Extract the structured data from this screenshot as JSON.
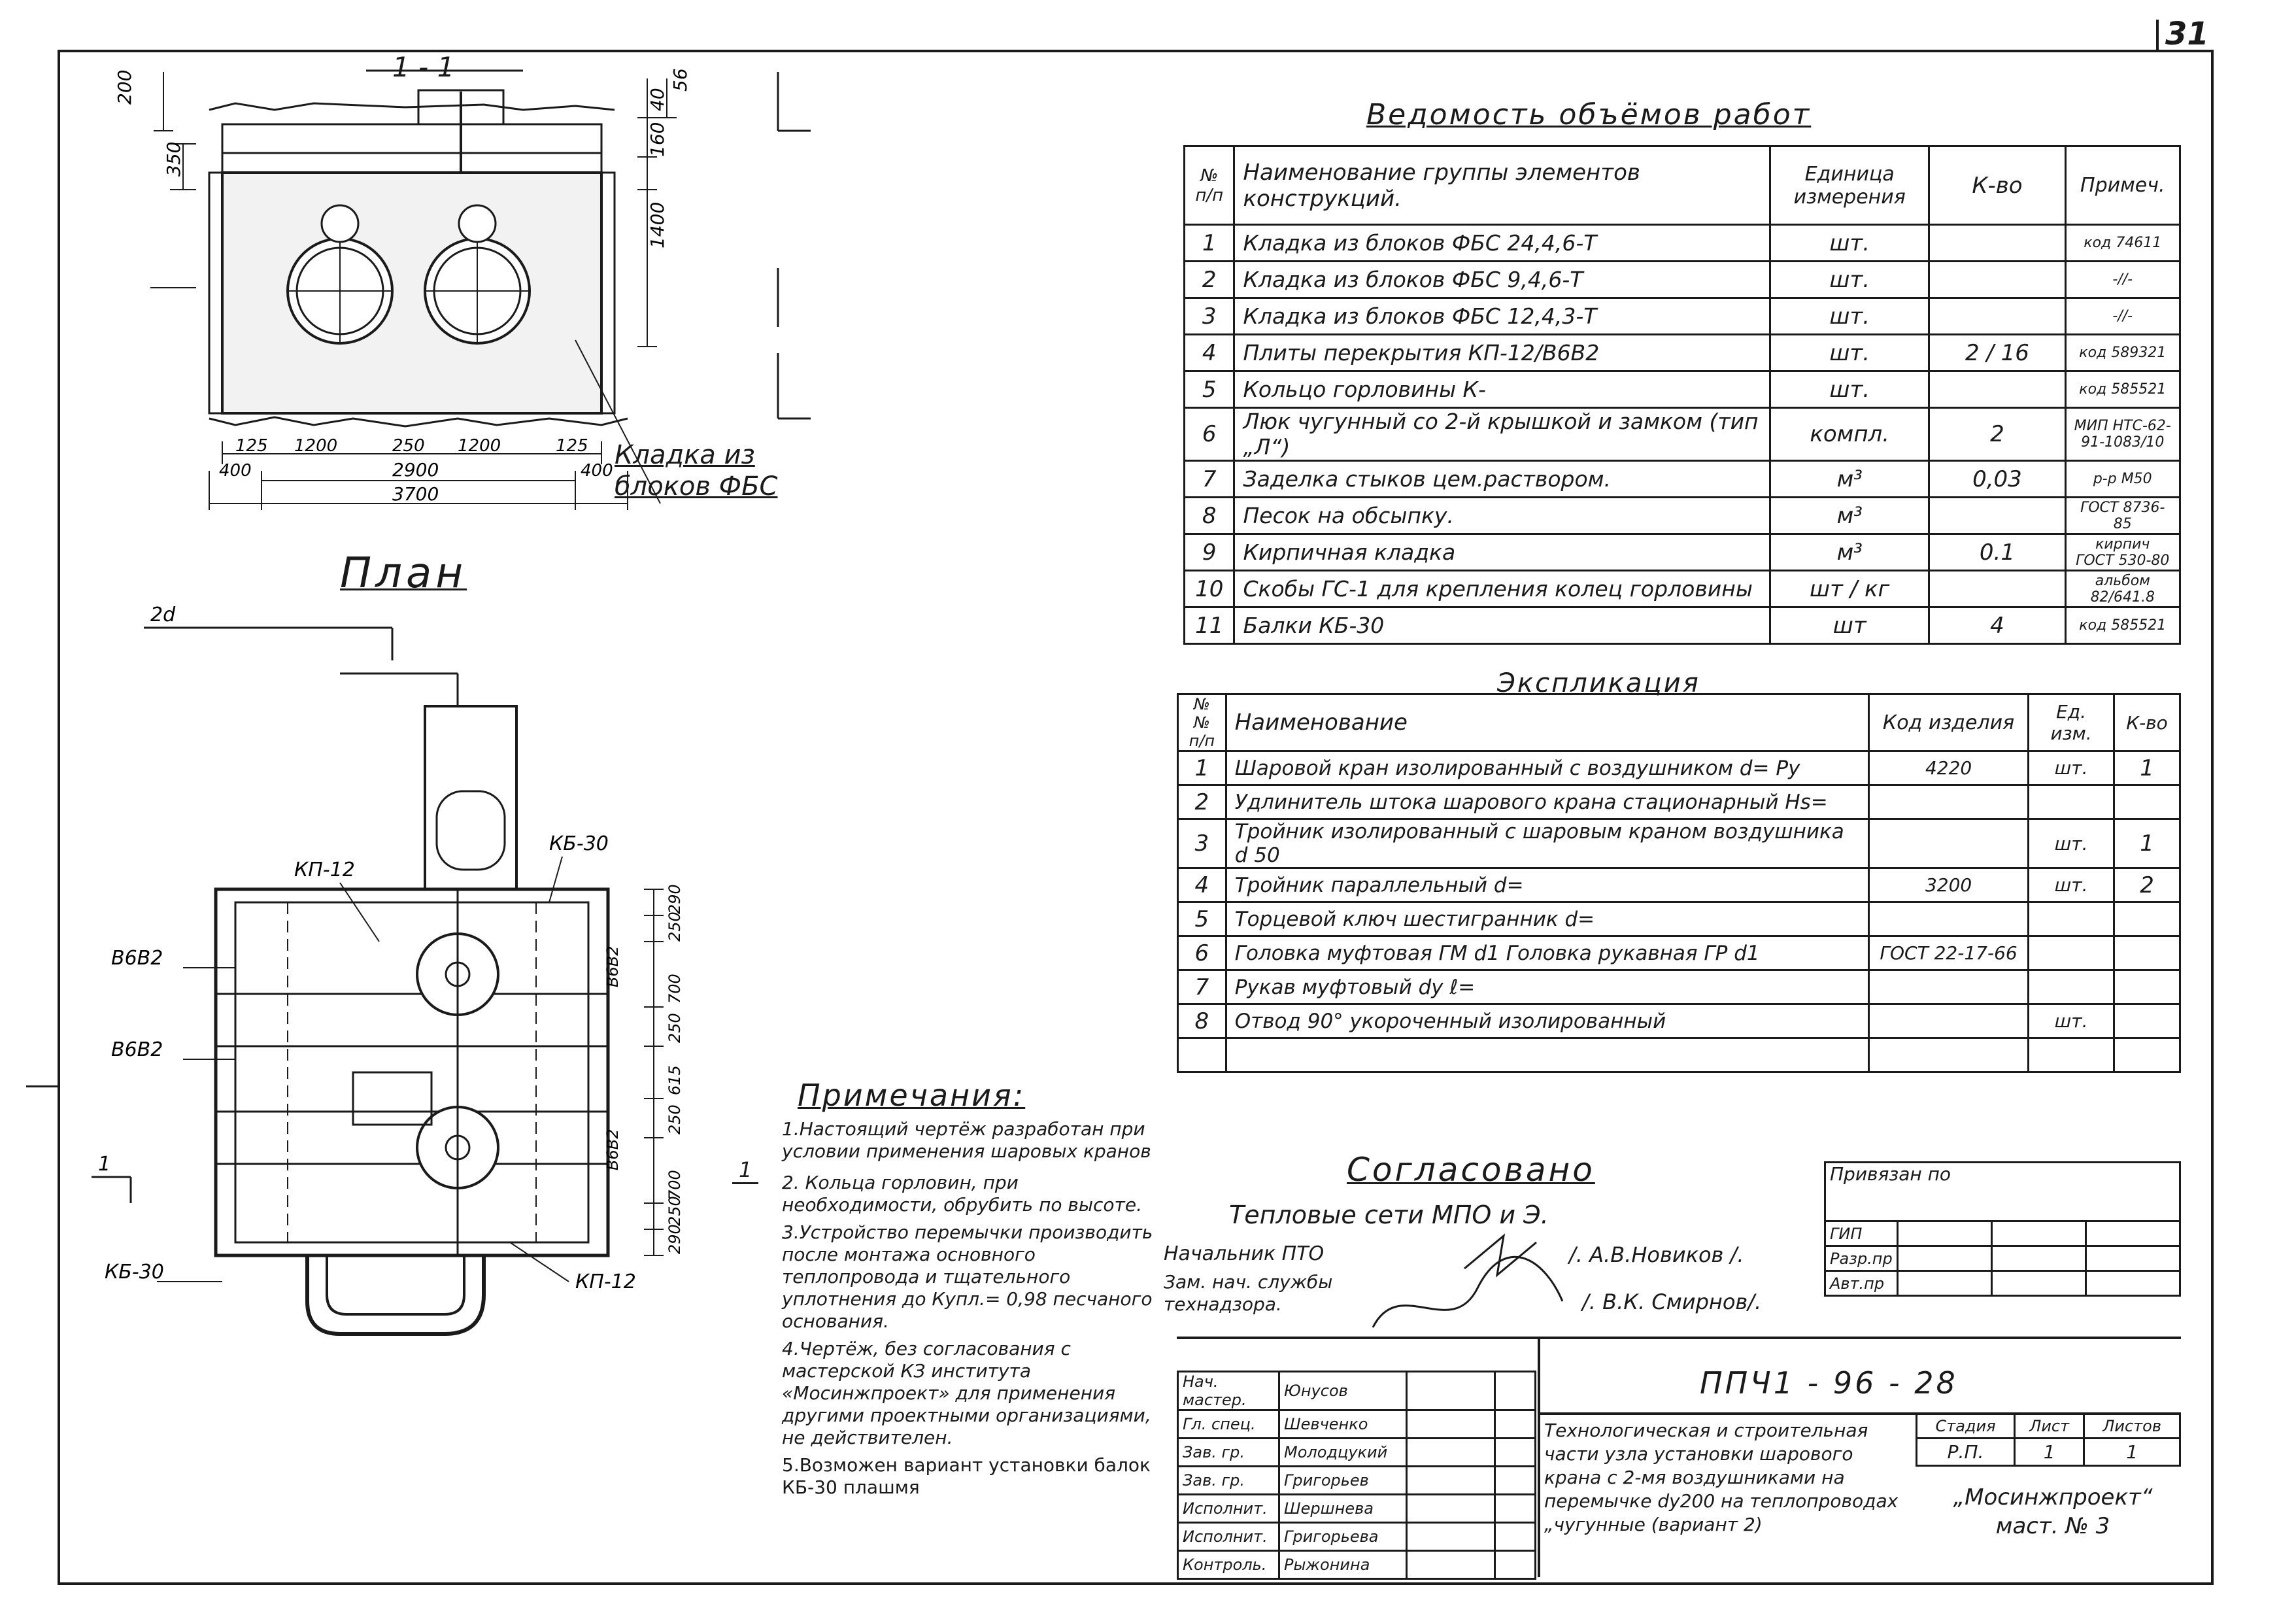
{
  "page_number": "31",
  "section_label": "1 - 1",
  "plan_label": "План",
  "dims_section": {
    "d_200": "200",
    "d_350": "350",
    "d_40": "40",
    "d_56": "56",
    "d_160": "160",
    "d_1400": "1400",
    "d_125a": "125",
    "d_1200a": "1200",
    "d_250": "250",
    "d_1200b": "1200",
    "d_125b": "125",
    "d_400a": "400",
    "d_2900": "2900",
    "d_400b": "400",
    "d_3700": "3700"
  },
  "kladka_label": "Кладка из блоков ФБС",
  "plan_labels": {
    "l_2d": "2d",
    "kp12_top": "КП-12",
    "kb30_top": "КБ-30",
    "b6b2_a": "В6В2",
    "b6b2_b": "В6В2",
    "b6b2_c": "В6В2",
    "b6b2_d": "В6В2",
    "kb30_bottom": "КБ-30",
    "kp12_bottom": "КП-12",
    "mark_1_left": "1",
    "mark_1_right": "1"
  },
  "plan_dims": {
    "p_290a": "290",
    "p_250a": "250",
    "p_700a": "700",
    "p_250b": "250",
    "p_615": "615",
    "p_250c": "250",
    "p_700b": "700",
    "p_250d": "250",
    "p_290b": "290"
  },
  "vedomost": {
    "title": "Ведомость объёмов работ",
    "headers": [
      "№ п/п",
      "Наименование группы элементов конструкций.",
      "Единица измерения",
      "К-во",
      "Примеч."
    ],
    "rows": [
      {
        "n": "1",
        "name": "Кладка из блоков ФБС 24,4,6-Т",
        "unit": "шт.",
        "qty": "",
        "note": "код 74611"
      },
      {
        "n": "2",
        "name": "Кладка из блоков ФБС 9,4,6-Т",
        "unit": "шт.",
        "qty": "",
        "note": "-//-"
      },
      {
        "n": "3",
        "name": "Кладка из блоков ФБС 12,4,3-Т",
        "unit": "шт.",
        "qty": "",
        "note": "-//-"
      },
      {
        "n": "4",
        "name": "Плиты перекрытия КП-12/В6В2",
        "unit": "шт.",
        "qty": "2 / 16",
        "note": "код 589321"
      },
      {
        "n": "5",
        "name": "Кольцо горловины К-",
        "unit": "шт.",
        "qty": "",
        "note": "код 585521"
      },
      {
        "n": "6",
        "name": "Люк чугунный со 2-й крышкой и замком (тип „Л“)",
        "unit": "компл.",
        "qty": "2",
        "note": "МИП НТС-62-91-1083/10"
      },
      {
        "n": "7",
        "name": "Заделка стыков цем.раствором.",
        "unit": "м³",
        "qty": "0,03",
        "note": "р-р М50"
      },
      {
        "n": "8",
        "name": "Песок на обсыпку.",
        "unit": "м³",
        "qty": "",
        "note": "ГОСТ 8736-85"
      },
      {
        "n": "9",
        "name": "Кирпичная кладка",
        "unit": "м³",
        "qty": "0.1",
        "note": "кирпич ГОСТ 530-80"
      },
      {
        "n": "10",
        "name": "Скобы ГС-1 для крепления колец горловины",
        "unit": "шт / кг",
        "qty": "",
        "note": "альбом 82/641.8"
      },
      {
        "n": "11",
        "name": "Балки КБ-30",
        "unit": "шт",
        "qty": "4",
        "note": "код 585521"
      }
    ]
  },
  "explikaciya": {
    "title": "Экспликация",
    "headers": [
      "№№ п/п",
      "Наименование",
      "Код изделия",
      "Ед. изм.",
      "К-во"
    ],
    "rows": [
      {
        "n": "1",
        "name": "Шаровой кран изолированный с воздушником d= Ру",
        "code": "4220",
        "unit": "шт.",
        "qty": "1"
      },
      {
        "n": "2",
        "name": "Удлинитель штока шарового крана стационарный Нs=",
        "code": "",
        "unit": "",
        "qty": ""
      },
      {
        "n": "3",
        "name": "Тройник изолированный с шаровым краном воздушника d 50",
        "code": "",
        "unit": "шт.",
        "qty": "1"
      },
      {
        "n": "4",
        "name": "Тройник параллельный d=",
        "code": "3200",
        "unit": "шт.",
        "qty": "2"
      },
      {
        "n": "5",
        "name": "Торцевой ключ шестигранник d=",
        "code": "",
        "unit": "",
        "qty": ""
      },
      {
        "n": "6",
        "name": "Головка муфтовая ГМ d1 Головка рукавная ГР d1",
        "code": "ГОСТ 22-17-66",
        "unit": "",
        "qty": ""
      },
      {
        "n": "7",
        "name": "Рукав муфтовый dy ℓ=",
        "code": "",
        "unit": "",
        "qty": ""
      },
      {
        "n": "8",
        "name": "Отвод 90° укороченный изолированный",
        "code": "",
        "unit": "шт.",
        "qty": ""
      },
      {
        "n": "",
        "name": "",
        "code": "",
        "unit": "",
        "qty": ""
      }
    ]
  },
  "notes": {
    "title": "Примечания:",
    "items": [
      "1.Настоящий чертёж разработан при условии применения шаровых кранов",
      "2. Кольца горловин, при необходимости, обрубить по высоте.",
      "3.Устройство перемычки производить после монтажа основного теплопровода и тщательного уплотнения до Купл.= 0,98 песчаного основания.",
      "4.Чертёж, без согласования с мастерской КЗ института «Мосинжпроект» для применения другими проектными организациями, не действителен.",
      "5.Возможен вариант установки балок КБ-30 плашмя"
    ]
  },
  "soglasovano": {
    "title": "Согласовано",
    "org": "Тепловые сети МПО и Э.",
    "role1": "Начальник ПТО",
    "name1": "/. А.В.Новиков /.",
    "role2": "Зам. нач. службы технадзора.",
    "name2": "/. В.К. Смирнов/."
  },
  "privyazan": {
    "title": "Привязан по",
    "rows": [
      "ГИП",
      "Разр.пр",
      "Авт.пр"
    ]
  },
  "title_block": {
    "code": "ППЧ1 - 96 - 28",
    "signers": [
      {
        "role": "Нач. мастер.",
        "name": "Юнусов"
      },
      {
        "role": "Гл. спец.",
        "name": "Шевченко"
      },
      {
        "role": "Зав. гр.",
        "name": "Молодцукий"
      },
      {
        "role": "Зав. гр.",
        "name": "Григорьев"
      },
      {
        "role": "Исполнит.",
        "name": "Шершнева"
      },
      {
        "role": "Исполнит.",
        "name": "Григорьева"
      },
      {
        "role": "Контроль.",
        "name": "Рыжонина"
      }
    ],
    "description": "Технологическая и строительная части узла установки шарового крана с 2-мя воздушниками на перемычке dу200 на теплопроводах „чугунные (вариант 2)",
    "stage_header": "Стадия",
    "sheet_header": "Лист",
    "sheets_header": "Листов",
    "stage": "Р.П.",
    "sheet": "1",
    "sheets": "1",
    "org": "„Мосинжпроект“ маст. № 3"
  }
}
